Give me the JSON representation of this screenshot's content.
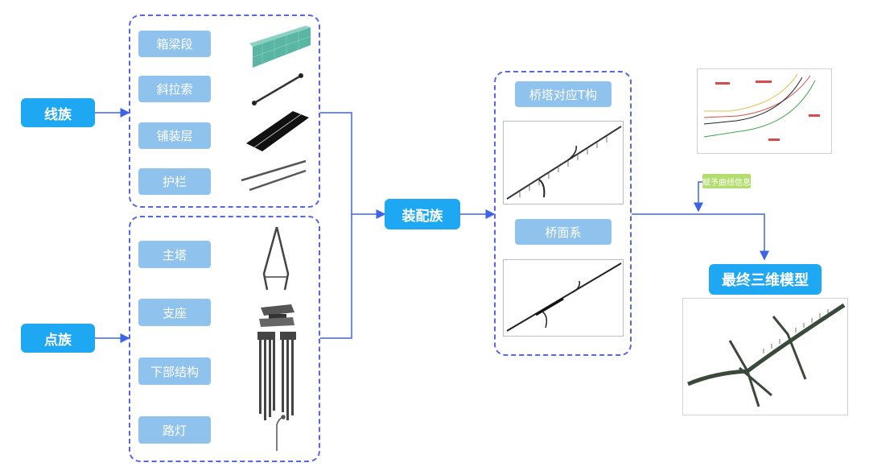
{
  "left": {
    "line_family": "线族",
    "point_family": "点族",
    "line_items": [
      "箱梁段",
      "斜拉索",
      "铺装层",
      "护栏"
    ],
    "point_items": [
      "主塔",
      "支座",
      "下部结构",
      "路灯"
    ]
  },
  "middle": {
    "assembly": "装配族",
    "tower_label": "桥塔对应T构",
    "deck_label": "桥面系"
  },
  "right": {
    "curve_note": "赋予曲线信息",
    "final_label": "最终三维模型"
  },
  "colors": {
    "accent_blue": "#1ea7f2",
    "light_blue": "#8fc3ee",
    "dashed_border": "#5566e0",
    "connector": "#3d63e6"
  }
}
